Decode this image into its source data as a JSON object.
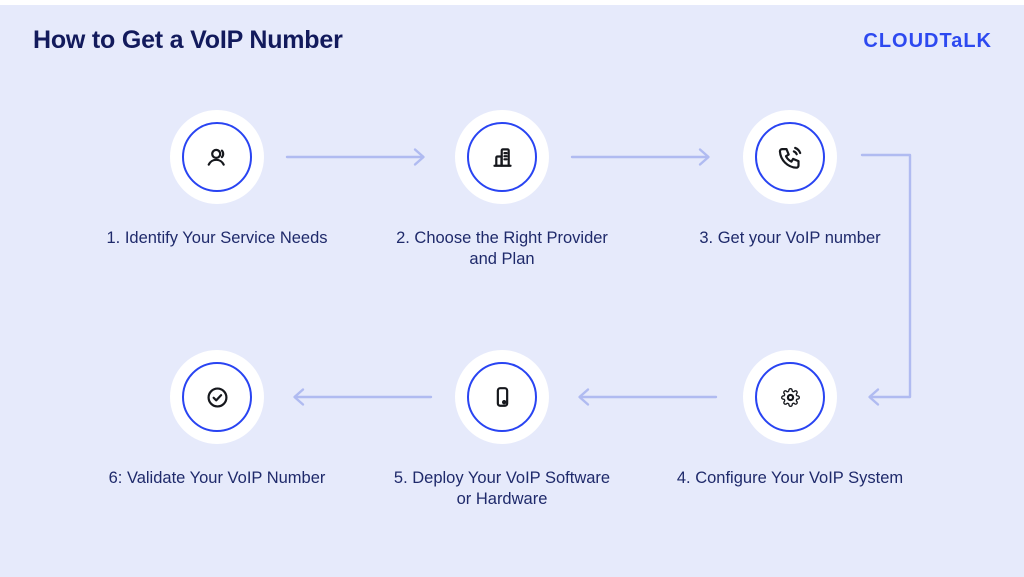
{
  "header": {
    "title": "How to Get a VoIP Number",
    "brand": "CLOUDTaLK"
  },
  "steps": [
    {
      "id": 1,
      "icon": "user-icon",
      "lines": [
        "1. Identify Your Service Needs"
      ]
    },
    {
      "id": 2,
      "icon": "building-icon",
      "lines": [
        "2. Choose the Right Provider",
        "and Plan"
      ]
    },
    {
      "id": 3,
      "icon": "phone-call-icon",
      "lines": [
        "3. Get your VoIP number"
      ]
    },
    {
      "id": 4,
      "icon": "gear-icon",
      "lines": [
        "4. Configure Your VoIP System"
      ]
    },
    {
      "id": 5,
      "icon": "smartphone-icon",
      "lines": [
        "5. Deploy Your VoIP Software",
        "or Hardware"
      ]
    },
    {
      "id": 6,
      "icon": "check-circle-icon",
      "lines": [
        "6: Validate Your VoIP Number"
      ]
    }
  ],
  "flow": {
    "type": "process",
    "order": [
      1,
      2,
      3,
      4,
      5,
      6
    ],
    "row1_direction": "left-to-right",
    "row2_direction": "right-to-left"
  },
  "colors": {
    "background": "#e6eafb",
    "title_text": "#121a5c",
    "step_text": "#1f2a6b",
    "brand_blue": "#2d49f0",
    "ring_blue": "#2944f2",
    "arrow": "#b0bbf1",
    "circle_fill": "#ffffff",
    "icon_stroke": "#16181d"
  }
}
